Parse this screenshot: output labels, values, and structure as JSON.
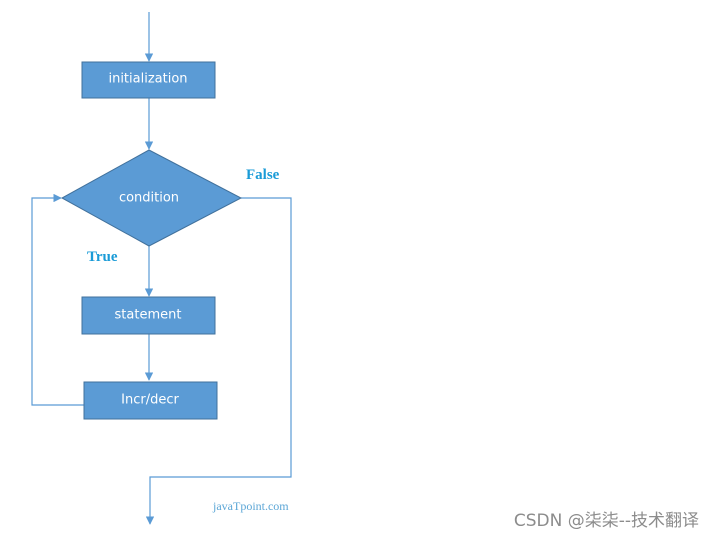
{
  "flowchart": {
    "nodes": {
      "initialization": "initialization",
      "condition": "condition",
      "statement": "statement",
      "incr_decr": "Incr/decr"
    },
    "labels": {
      "true": "True",
      "false": "False"
    }
  },
  "watermarks": {
    "site": "javaTpoint.com",
    "csdn": "CSDN @柒柒--技术翻译"
  },
  "colors": {
    "node_fill": "#5b9bd5",
    "node_stroke": "#41719c",
    "connector": "#5b9bd5",
    "label": "#1a9bd7",
    "watermark_site": "#5ba6d6",
    "watermark_csdn": "#8c8c8c"
  }
}
